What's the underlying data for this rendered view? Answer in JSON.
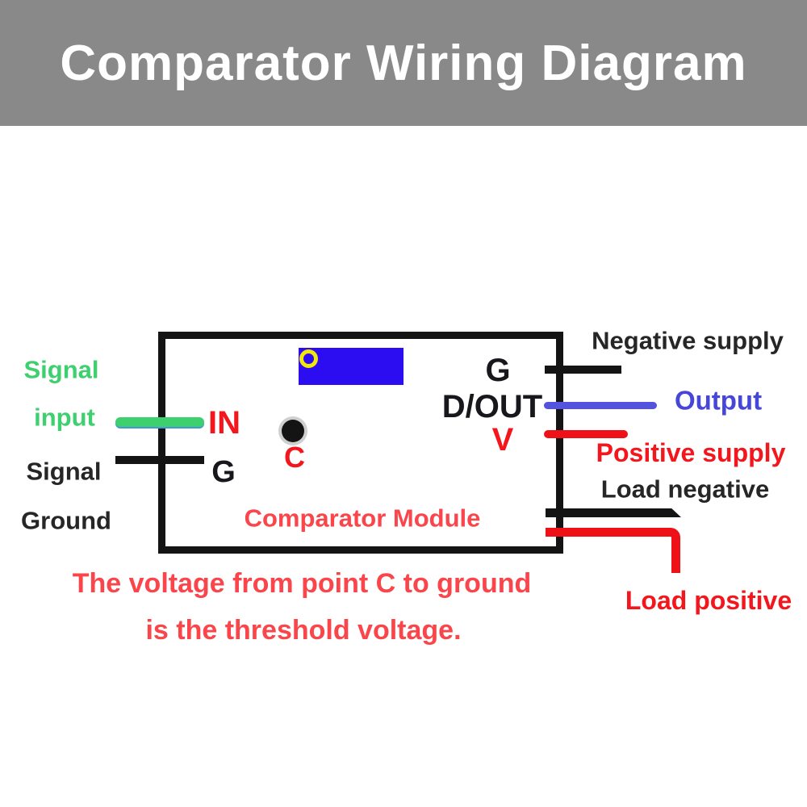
{
  "banner": {
    "title": "Comparator Wiring Diagram",
    "bg_color": "#898989",
    "text_color": "#ffffff"
  },
  "module": {
    "label": "Comparator Module",
    "label_color": "#fa454b",
    "trimmer_color": "#2c0cf0",
    "dial_icon_color": "#f2e70a",
    "point_c_color": "#141414",
    "pins": {
      "in": "IN",
      "gnd_left": "G",
      "point_c": "C",
      "gnd_right": "G",
      "dout": "D/OUT",
      "vcc": "V"
    }
  },
  "wires": {
    "signal_input": {
      "label_line1": "Signal",
      "label_line2": "input",
      "color": "#3ecf6e"
    },
    "signal_ground": {
      "label_line1": "Signal",
      "label_line2": "Ground",
      "color": "#141414"
    },
    "negative_supply": {
      "label": "Negative supply",
      "color": "#141414"
    },
    "output": {
      "label": "Output",
      "color": "#5353e0"
    },
    "positive_supply": {
      "label": "Positive supply",
      "color": "#ee1118"
    },
    "load_negative": {
      "label": "Load negative",
      "color": "#141414"
    },
    "load_positive": {
      "label": "Load positive",
      "color": "#ee1118"
    }
  },
  "caption": {
    "line1": "The voltage from point C to ground",
    "line2": "is the threshold voltage.",
    "color": "#fa454b"
  }
}
